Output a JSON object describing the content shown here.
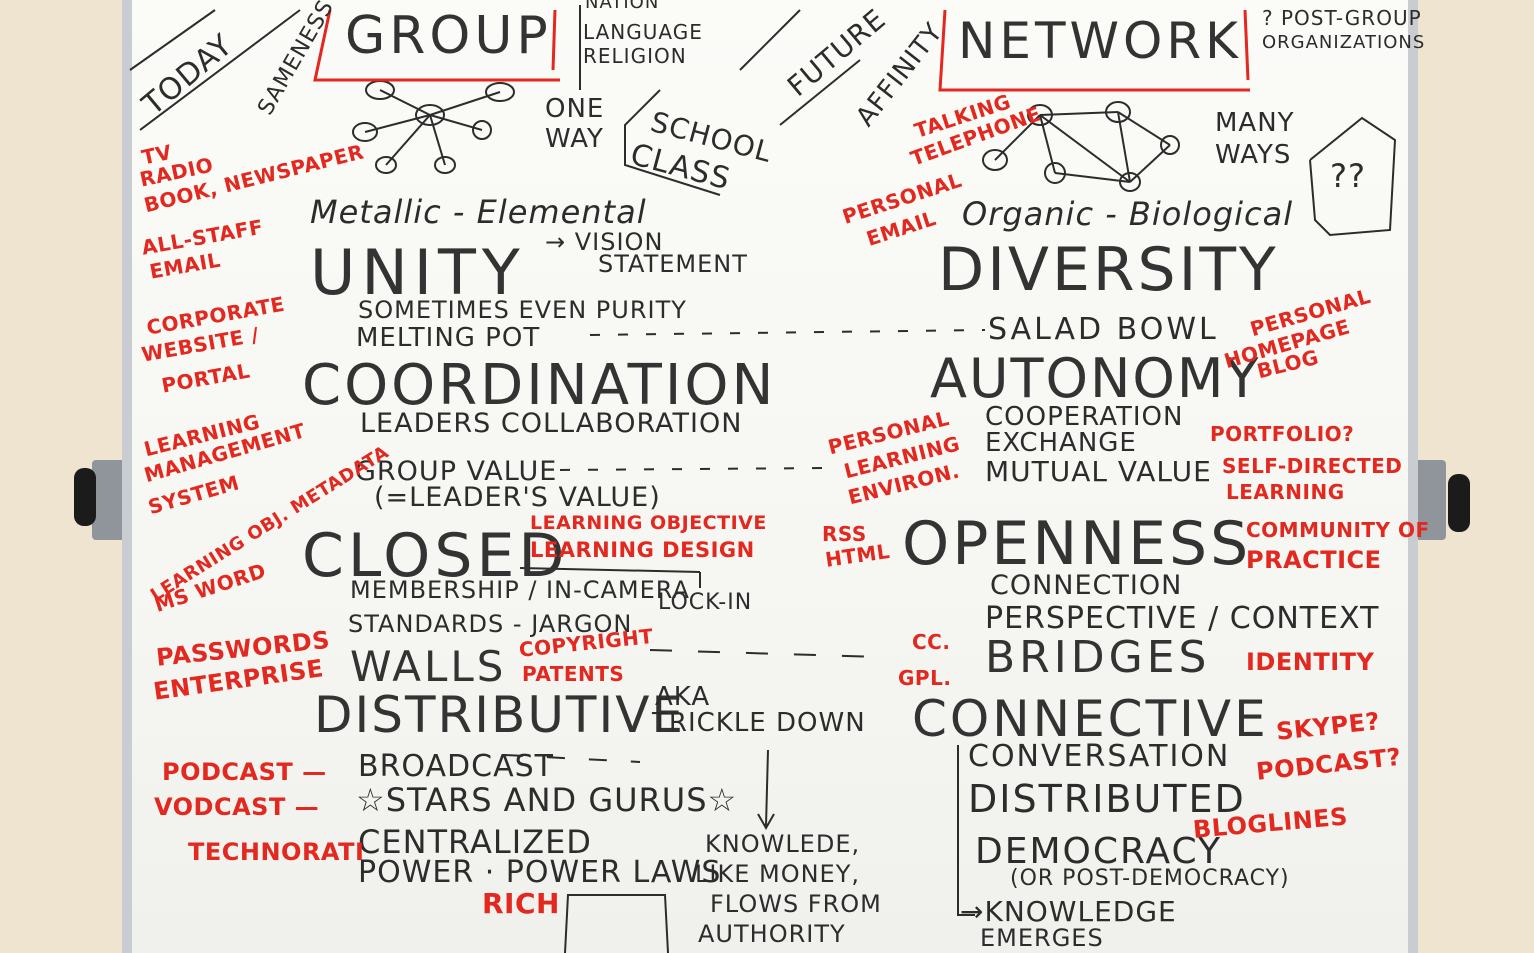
{
  "header": {
    "today": "TODAY",
    "sameness": "SAMENESS",
    "group": "GROUP",
    "nation": "NATION",
    "language": "LANGUAGE",
    "religion": "RELIGION",
    "future": "FUTURE",
    "affinity": "AFFINITY",
    "network": "NETWORK",
    "post_group": "? POST-GROUP",
    "organization": "ORGANIZATIONS"
  },
  "left_black": {
    "one": "ONE",
    "way": "WAY",
    "school": "SCHOOL",
    "class": "CLASS",
    "metallic": "Metallic - Elemental",
    "unity": "UNITY",
    "arrow_vision": "→ VISION",
    "statement": "STATEMENT",
    "sometimes": "SOMETIMES EVEN PURITY",
    "melting": "MELTING POT",
    "coordination": "COORDINATION",
    "leaders": "LEADERS COLLABORATION",
    "group_value": "GROUP VALUE",
    "leaders_value": "(=LEADER'S VALUE)",
    "closed": "CLOSED",
    "membership": "MEMBERSHIP / IN-CAMERA",
    "lockin": "LOCK-IN",
    "standards": "STANDARDS - JARGON",
    "walls": "WALLS",
    "distributive": "DISTRIBUTIVE",
    "aka": "AKA",
    "trickle": "TRICKLE DOWN",
    "broadcast": "BROADCAST",
    "stars": "☆STARS AND GURUS☆",
    "centralized": "CENTRALIZED",
    "power": "POWER · POWER LAWS",
    "knowlede": "KNOWLEDE,",
    "like_money": "LIKE MONEY,",
    "flows_from": "FLOWS FROM",
    "authority": "AUTHORITY"
  },
  "right_black": {
    "many": "MANY",
    "ways": "WAYS",
    "question": "??",
    "organic": "Organic - Biological",
    "diversity": "DIVERSITY",
    "salad": "SALAD BOWL",
    "autonomy": "AUTONOMY",
    "cooperation": "COOPERATION",
    "exchange": "EXCHANGE",
    "mutual": "MUTUAL VALUE",
    "openness": "OPENNESS",
    "connection": "CONNECTION",
    "perspective": "PERSPECTIVE / CONTEXT",
    "bridges": "BRIDGES",
    "connective": "CONNECTIVE",
    "conversation": "CONVERSATION",
    "distributed": "DISTRIBUTED",
    "democracy": "DEMOCRACY",
    "post_democracy": "(OR POST-DEMOCRACY)",
    "knowledge": "→KNOWLEDGE",
    "emerges": "EMERGES"
  },
  "red_left": {
    "tv": "TV",
    "radio": "RADIO",
    "book": "BOOK, NEWSPAPER",
    "allstaff": "ALL-STAFF",
    "email": "EMAIL",
    "corporate": "CORPORATE",
    "website": "WEBSITE /",
    "portal": "PORTAL",
    "learning": "LEARNING",
    "management": "MANAGEMENT",
    "system": "SYSTEM",
    "learning_obj": "LEARNING OBJ. METADATA",
    "msword": "MS WORD",
    "lo_objective": "LEARNING OBJECTIVE",
    "lo_design": "LEARNING DESIGN",
    "passwords": "PASSWORDS",
    "enterprise": "ENTERPRISE",
    "copyright": "COPYRIGHT",
    "patents": "PATENTS",
    "podcast": "PODCAST —",
    "vodcast": "VODCAST —",
    "technorati": "TECHNORATI",
    "rich": "RICH"
  },
  "red_right": {
    "talking": "TALKING",
    "telephone": "TELEPHONE",
    "personal": "PERSONAL",
    "email": "EMAIL",
    "personal_hp": "PERSONAL",
    "homepage": "HOMEPAGE",
    "blog": "BLOG",
    "ple1": "PERSONAL",
    "ple2": "LEARNING",
    "ple3": "ENVIRON.",
    "portfolio": "PORTFOLIO?",
    "selfdirected": "SELF-DIRECTED",
    "learning": "LEARNING",
    "rss": "RSS",
    "html": "HTML",
    "community": "COMMUNITY OF",
    "practice": "PRACTICE",
    "cc": "CC.",
    "gpl": "GPL.",
    "identity": "IDENTITY",
    "skype": "SKYPE?",
    "podcast": "PODCAST?",
    "bloglines": "BLOGLINES"
  }
}
